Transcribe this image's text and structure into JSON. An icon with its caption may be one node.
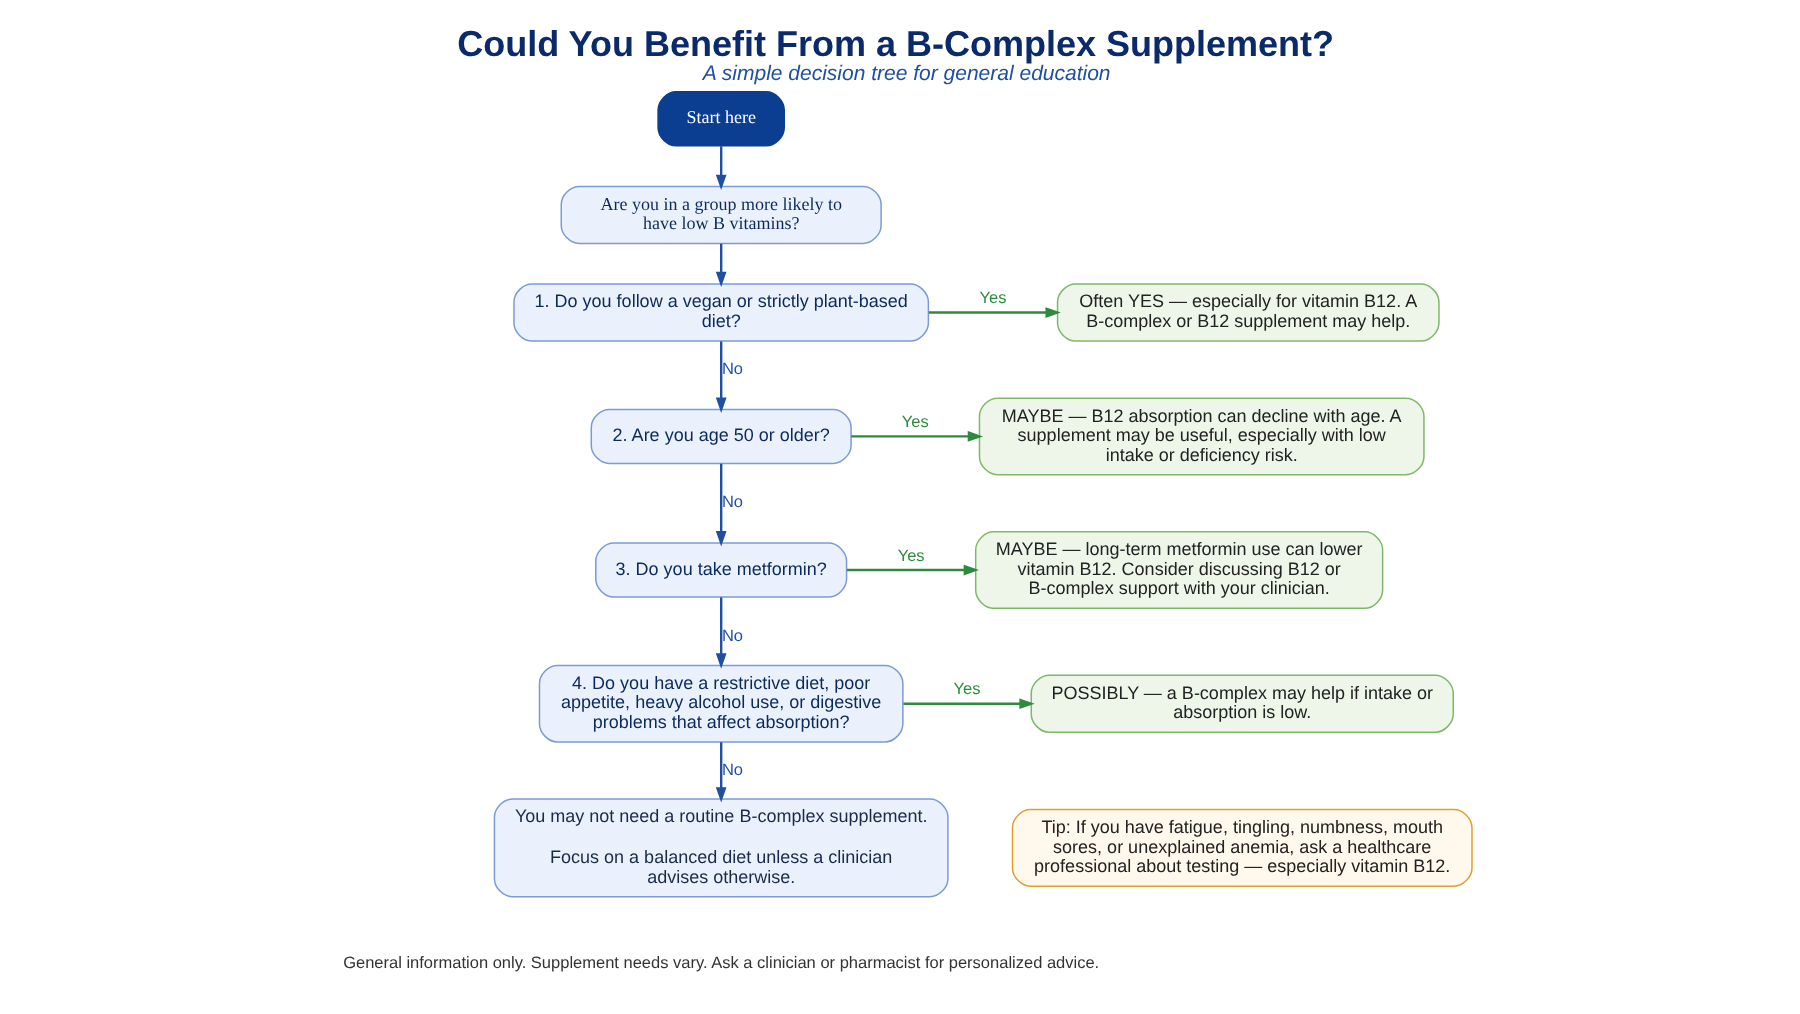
{
  "diagram": {
    "title": "Could You Benefit From a B-Complex Supplement?",
    "caption": "A simple decision tree for general education",
    "nodes": [
      {
        "text": [
          "Start here"
        ]
      },
      {
        "text": [
          "Are you in a group more likely to have low B vitamins?"
        ]
      },
      {
        "text": [
          "1. Do you follow a vegan or strictly plant-based diet?"
        ]
      },
      {
        "text": [
          "2. Are you age 50 or older?"
        ]
      },
      {
        "text": [
          "3. Do you take metformin?"
        ]
      },
      {
        "text": [
          "4. Do you have a restrictive diet, poor appetite, heavy alcohol use, or digestive problems that affect absorption?"
        ]
      },
      {
        "text": [
          "Often YES — especially for vitamin B12. A B-complex or B12 supplement may help."
        ]
      },
      {
        "text": [
          "MAYBE — B12 absorption can decline with age. A supplement may be useful, especially with low intake or deficiency risk."
        ]
      },
      {
        "text": [
          "MAYBE — long-term metformin use can lower vitamin B12. Consider discussing B12 or B-complex support with your clinician."
        ]
      },
      {
        "text": [
          "POSSIBLY — a B-complex may help if intake or absorption is low."
        ]
      },
      {
        "text": [
          "You may not need a routine B-complex supplement.",
          "Focus on a balanced diet unless a clinician advises otherwise."
        ]
      },
      {
        "text": [
          "Tip: If you have fatigue, tingling, numbness, mouth sores, or unexplained anemia, ask a healthcare professional about testing — especially vitamin B12."
        ]
      }
    ],
    "edges": [
      {
        "from": 0,
        "to": 1,
        "arrow": "to"
      },
      {
        "from": 1,
        "to": 2,
        "arrow": "to"
      },
      {
        "from": 2,
        "to": 6,
        "arrow": "to",
        "label": "Yes",
        "color": "#2e8b3e"
      },
      {
        "from": 2,
        "to": 3,
        "arrow": "to",
        "label": "No"
      },
      {
        "from": 3,
        "to": 7,
        "arrow": "to",
        "label": "Yes",
        "color": "#2e8b3e"
      },
      {
        "from": 3,
        "to": 4,
        "arrow": "to",
        "label": "No"
      },
      {
        "from": 4,
        "to": 8,
        "arrow": "to",
        "label": "Yes",
        "color": "#2e8b3e"
      },
      {
        "from": 4,
        "to": 5,
        "arrow": "to",
        "label": "No"
      },
      {
        "from": 5,
        "to": 9,
        "arrow": "to",
        "label": "Yes",
        "color": "#2e8b3e"
      },
      {
        "from": 5,
        "to": 10,
        "arrow": "to",
        "label": "No"
      }
    ],
    "labels": [
      "General information only. Supplement needs vary. Ask a clinician or pharmacist for personalized advice."
    ]
  }
}
